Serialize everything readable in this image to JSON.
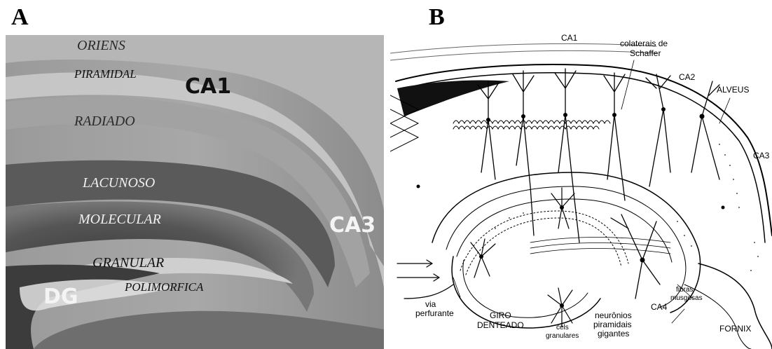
{
  "panel_a": {
    "letter": "A",
    "layers": {
      "oriens": "ORIENS",
      "piramidal": "PIRAMIDAL",
      "radiado": "RADIADO",
      "lacunoso": "LACUNOSO",
      "molecular": "MOLECULAR",
      "granular": "GRANULAR",
      "polimorfica": "POLIMORFICA"
    },
    "regions": {
      "ca1": "CA1",
      "ca3": "CA3",
      "dg": "DG"
    }
  },
  "panel_b": {
    "letter": "B",
    "labels": {
      "ca1": "CA1",
      "colaterais_1": "colaterais de",
      "colaterais_2": "Schaffer",
      "ca2": "CA2",
      "alveus": "ALVEUS",
      "ca3": "CA3",
      "via_1": "via",
      "via_2": "perfurante",
      "giro_1": "GIRO",
      "giro_2": "DENTEADO",
      "cels_1": "cels",
      "cels_2": "granulares",
      "neur_1": "neurônios",
      "neur_2": "piramidais",
      "neur_3": "gigantes",
      "ca4": "CA4",
      "fibras_1": "fibras",
      "fibras_2": "musgosas",
      "fornix": "FORNIX"
    }
  }
}
